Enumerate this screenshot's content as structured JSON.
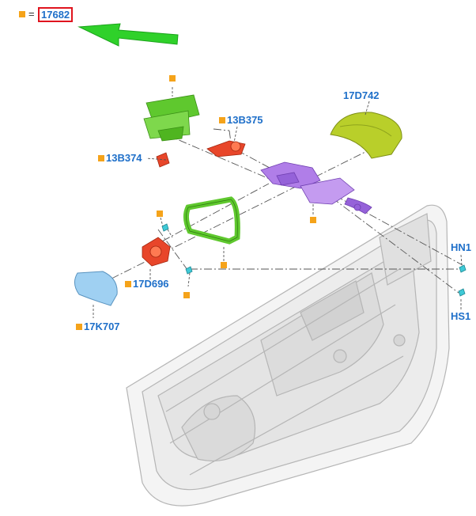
{
  "legend": {
    "equals": "=",
    "code": "17682"
  },
  "labels": {
    "l_17D742": "17D742",
    "l_13B375": "13B375",
    "l_13B374": "13B374",
    "l_17D696": "17D696",
    "l_17K707": "17K707",
    "l_HN1": "HN1",
    "l_HS1": "HS1"
  },
  "colors": {
    "label_blue": "#1e6fc9",
    "marker_orange": "#f5a31a",
    "arrow_green": "#2fd12a",
    "highlight_red": "#e0141e",
    "cover_yellow_green": "#b9cf2a",
    "bezel_green": "#5fc82e",
    "actuator_orange_red": "#e8462a",
    "bracket_purple": "#b07ee8",
    "glass_blue": "#9fd0f2",
    "screw_cyan": "#3ec9d6"
  }
}
